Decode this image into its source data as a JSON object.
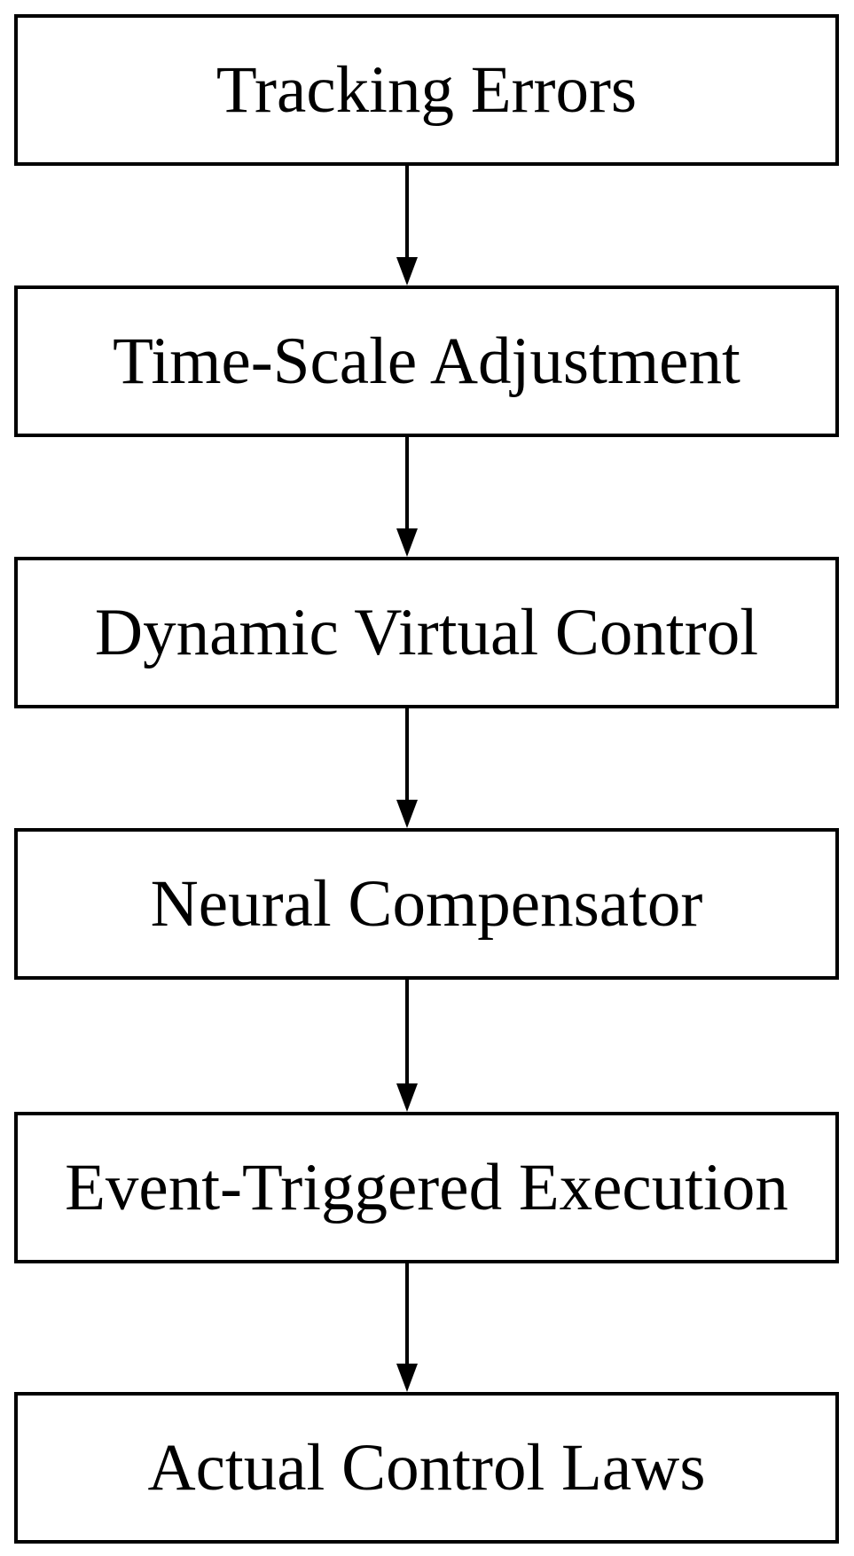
{
  "diagram": {
    "steps": [
      {
        "label": "Tracking Errors"
      },
      {
        "label": "Time-Scale Adjustment"
      },
      {
        "label": "Dynamic Virtual Control"
      },
      {
        "label": "Neural Compensator"
      },
      {
        "label": "Event-Triggered Execution"
      },
      {
        "label": "Actual Control Laws"
      }
    ],
    "colors": {
      "stroke": "#000000",
      "background": "#ffffff"
    }
  }
}
